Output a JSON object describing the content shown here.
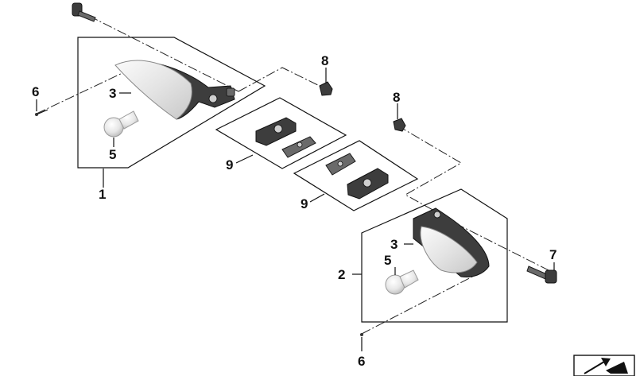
{
  "callouts": {
    "c1": "1",
    "c2": "2",
    "c3_left": "3",
    "c3_right": "3",
    "c5_left": "5",
    "c5_right": "5",
    "c6_left": "6",
    "c6_bottom": "6",
    "c7": "7",
    "c8_top": "8",
    "c8_right": "8",
    "c9_upper": "9",
    "c9_lower": "9"
  },
  "icons": {
    "corner_symbol": "arrow-symbol-icon"
  }
}
